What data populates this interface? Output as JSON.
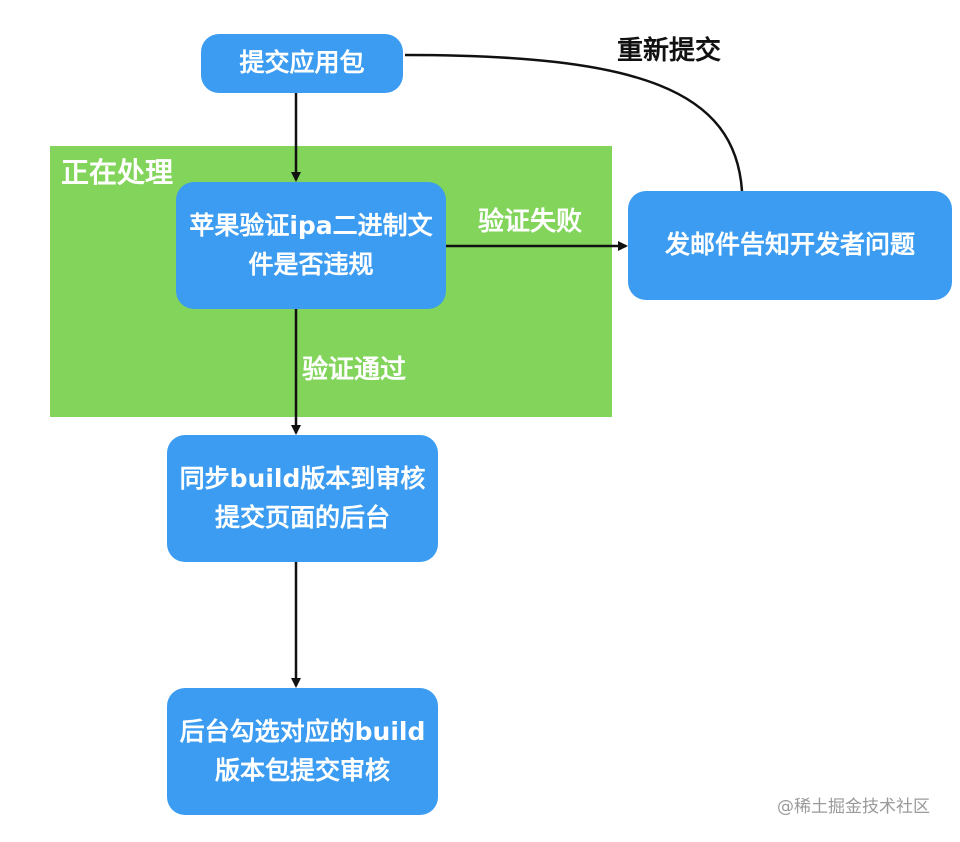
{
  "diagram": {
    "region": {
      "label": "正在处理"
    },
    "nodes": {
      "submit": {
        "line1": "提交应用包"
      },
      "verify": {
        "line1": "苹果验证ipa二进制文",
        "line2": "件是否违规"
      },
      "mail": {
        "line1": "发邮件告知开发者问题"
      },
      "sync": {
        "line1": "同步build版本到审核",
        "line2": "提交页面的后台"
      },
      "select": {
        "line1": "后台勾选对应的build",
        "line2": "版本包提交审核"
      }
    },
    "edges": {
      "resubmit": "重新提交",
      "fail": "验证失败",
      "pass": "验证通过"
    },
    "colors": {
      "region": "#82d45a",
      "node": "#3b9cf2",
      "edge": "#111111"
    }
  },
  "watermark": "@稀土掘金技术社区"
}
